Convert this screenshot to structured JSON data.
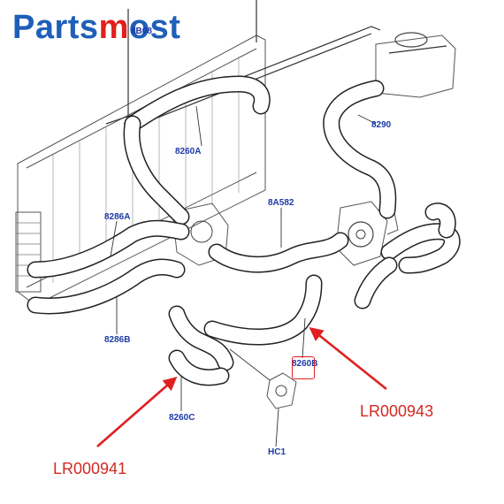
{
  "brand": {
    "part1": "Parts",
    "part2": "m",
    "part3": "ost"
  },
  "labels": {
    "l_8b08": "8B08",
    "l_8260a": "8260A",
    "l_8290": "8290",
    "l_8286a": "8286A",
    "l_8a582": "8A582",
    "l_8286b": "8286B",
    "l_8260b": "8260B",
    "l_8260c": "8260C",
    "l_hc1": "HC1"
  },
  "part_numbers": {
    "right": "LR000943",
    "left": "LR000941"
  },
  "colors": {
    "brand_blue": "#1f5fb8",
    "brand_red": "#e0201e",
    "label_blue": "#1c3aa6",
    "callout_red": "#d22a22"
  }
}
